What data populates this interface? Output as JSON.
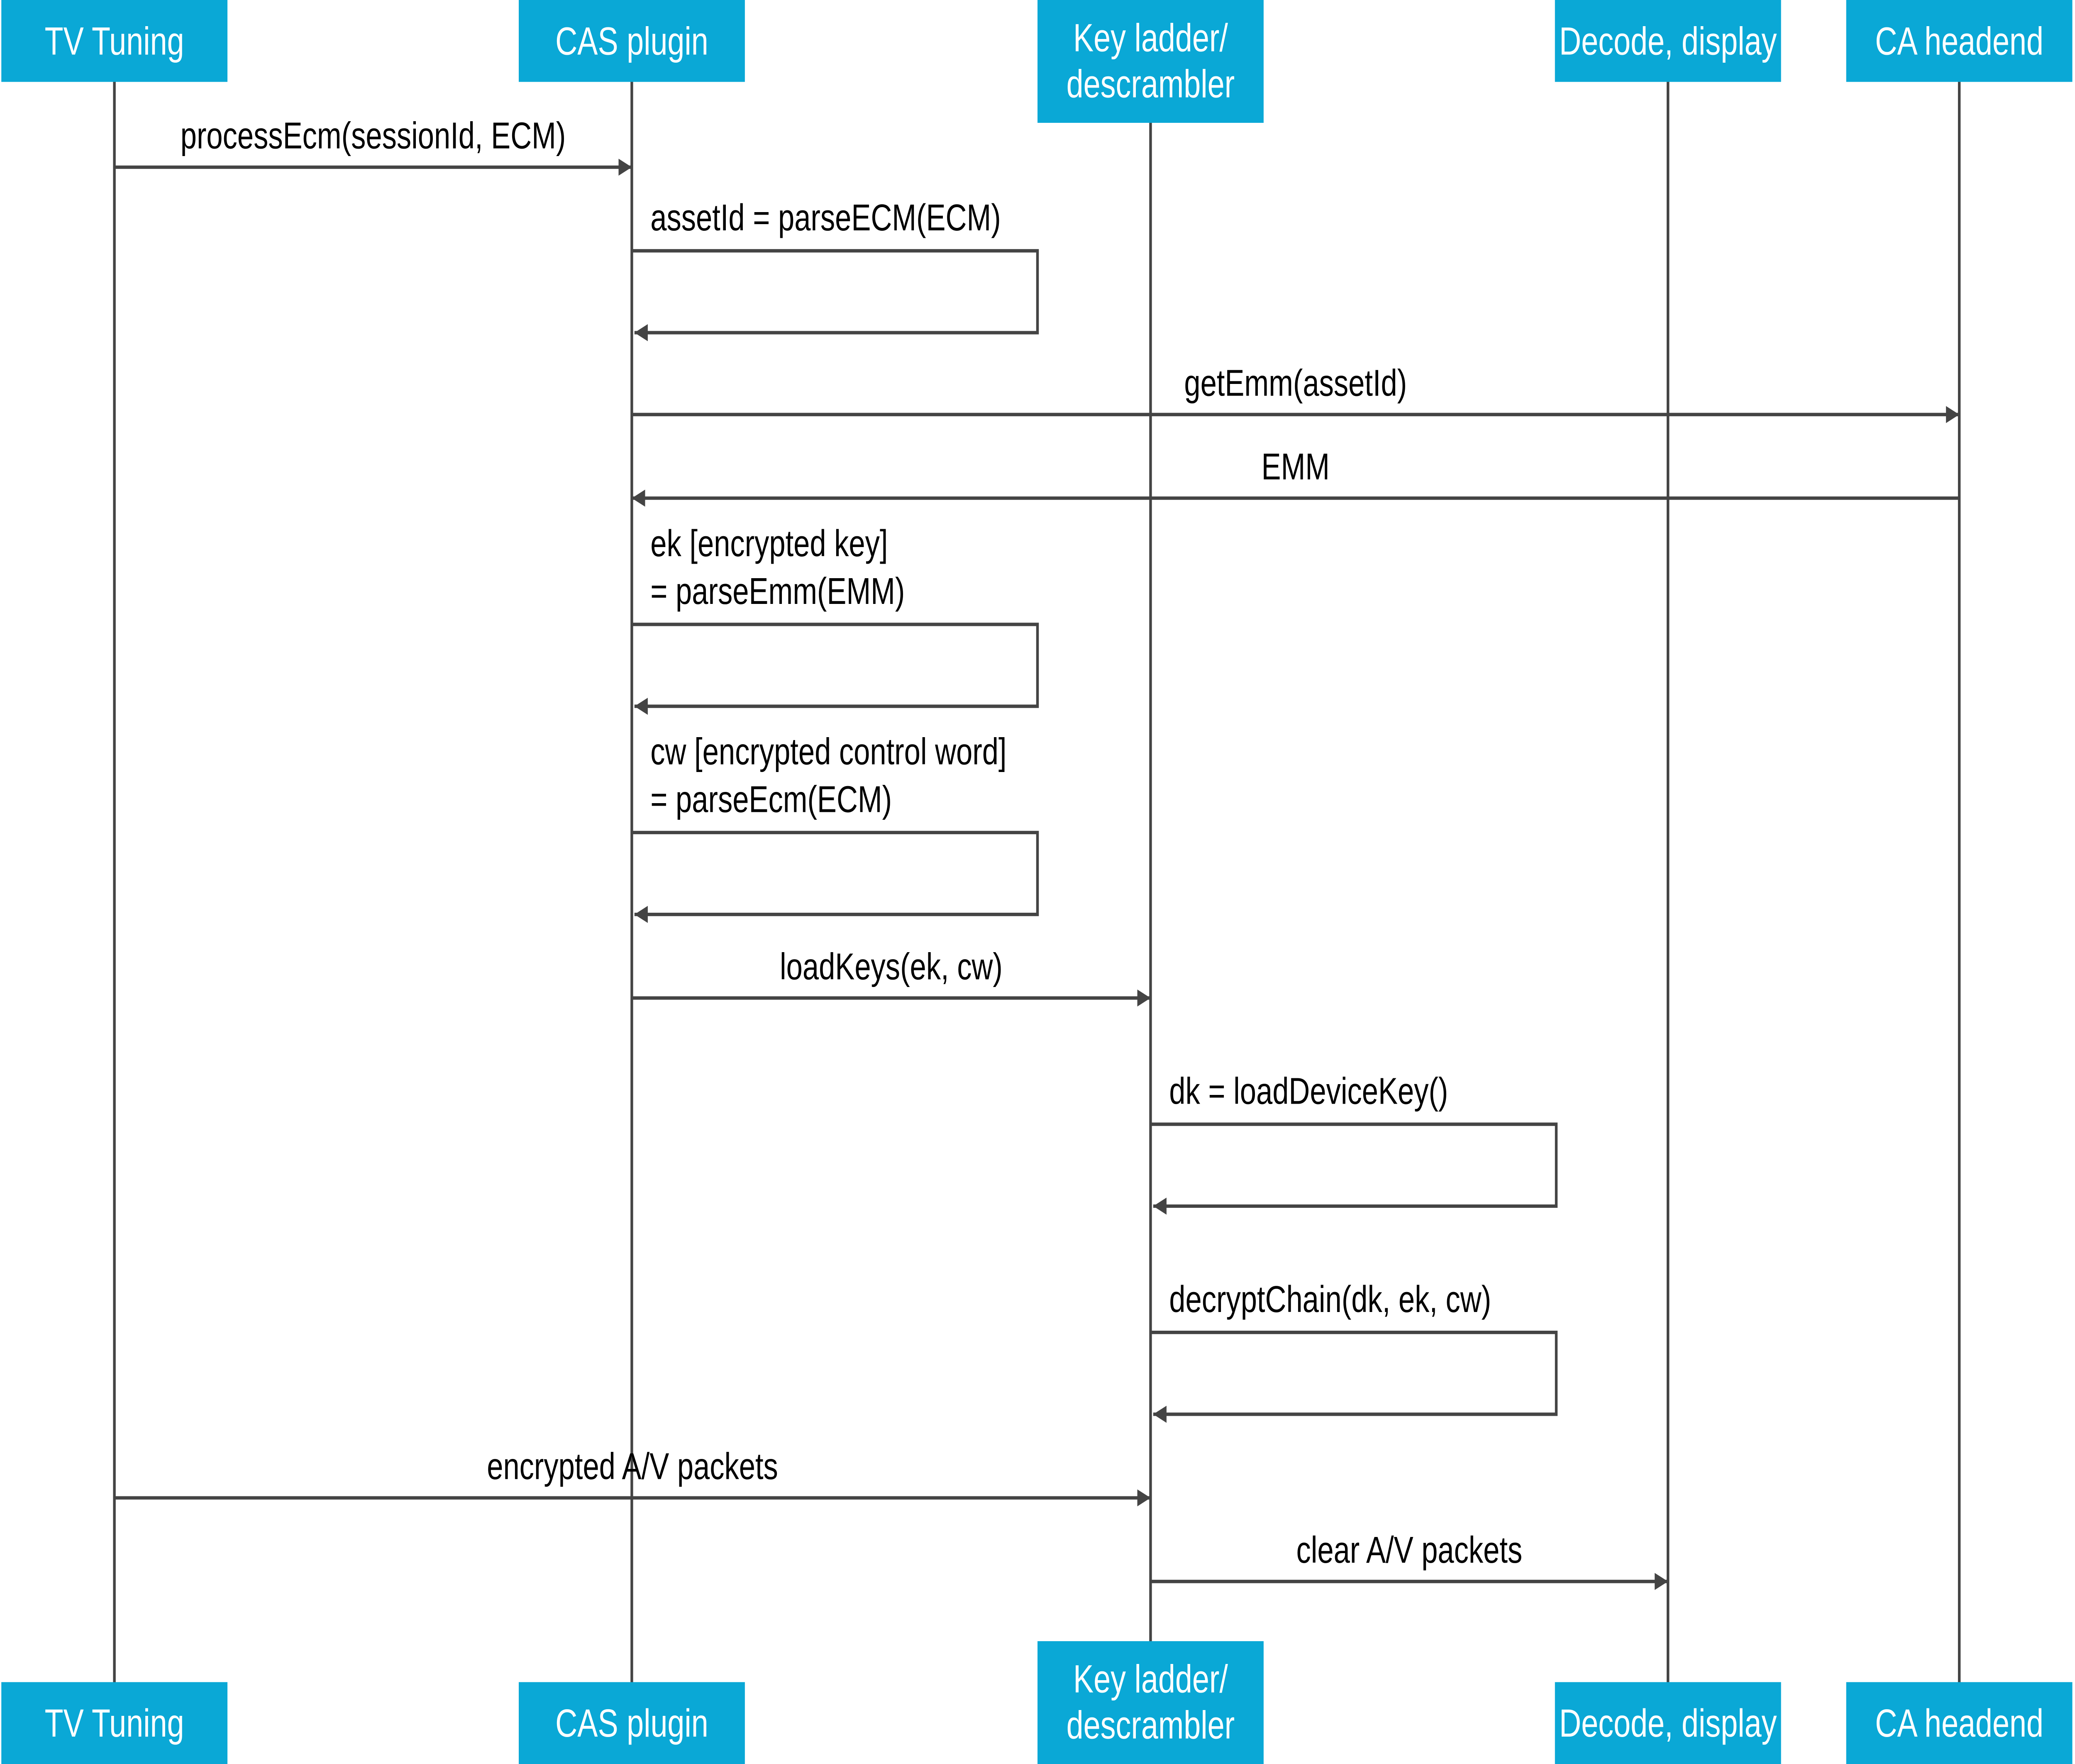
{
  "colors": {
    "participant_fill": "#0AA8D6",
    "participant_text": "#FFFFFF",
    "line": "#444444"
  },
  "participants": [
    {
      "id": "tv",
      "label": [
        "TV Tuning"
      ]
    },
    {
      "id": "cas",
      "label": [
        "CAS plugin"
      ]
    },
    {
      "id": "key",
      "label": [
        "Key ladder/",
        "descrambler"
      ]
    },
    {
      "id": "decode",
      "label": [
        "Decode, display"
      ]
    },
    {
      "id": "ca",
      "label": [
        "CA headend"
      ]
    }
  ],
  "messages": [
    {
      "from": "tv",
      "to": "cas",
      "label": [
        "processEcm(sessionId, ECM)"
      ]
    },
    {
      "from": "cas",
      "to": "cas",
      "label": [
        "assetId = parseECM(ECM)"
      ]
    },
    {
      "from": "cas",
      "to": "ca",
      "label": [
        "getEmm(assetId)"
      ]
    },
    {
      "from": "ca",
      "to": "cas",
      "label": [
        "EMM"
      ]
    },
    {
      "from": "cas",
      "to": "cas",
      "label": [
        "ek [encrypted key]",
        "= parseEmm(EMM)"
      ]
    },
    {
      "from": "cas",
      "to": "cas",
      "label": [
        "cw [encrypted control word]",
        "= parseEcm(ECM)"
      ]
    },
    {
      "from": "cas",
      "to": "key",
      "label": [
        "loadKeys(ek, cw)"
      ]
    },
    {
      "from": "key",
      "to": "key",
      "label": [
        "dk = loadDeviceKey()"
      ]
    },
    {
      "from": "key",
      "to": "key",
      "label": [
        "decryptChain(dk, ek, cw)"
      ]
    },
    {
      "from": "tv",
      "to": "key",
      "label": [
        "encrypted A/V packets"
      ]
    },
    {
      "from": "key",
      "to": "decode",
      "label": [
        "clear A/V packets"
      ]
    }
  ]
}
